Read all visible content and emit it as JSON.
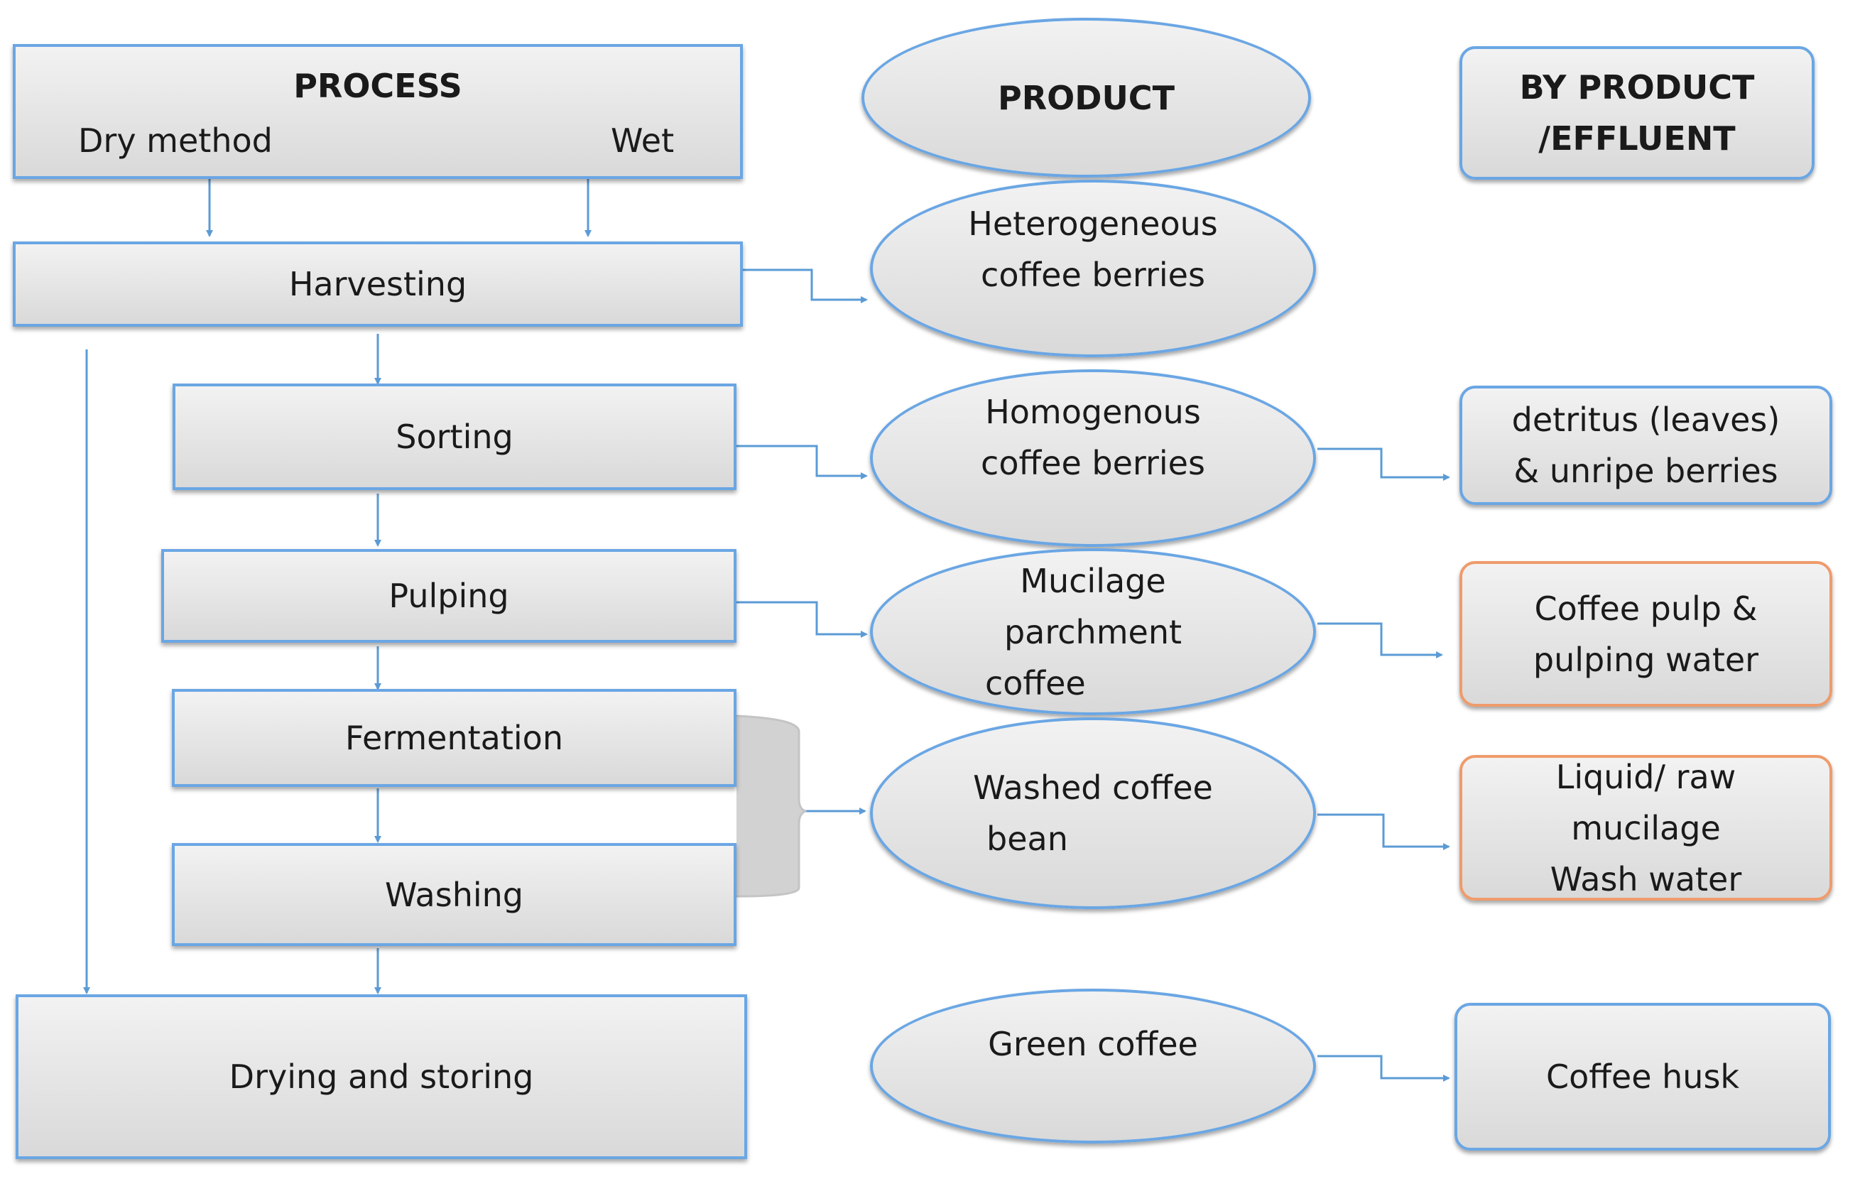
{
  "process": {
    "header": "PROCESS",
    "dry_label": "Dry method",
    "wet_label": "Wet",
    "steps": [
      "Harvesting",
      "Sorting",
      "Pulping",
      "Fermentation",
      "Washing",
      "Drying and storing"
    ]
  },
  "product": {
    "header": "PRODUCT",
    "items": [
      [
        "Heterogeneous",
        "coffee berries"
      ],
      [
        "Homogenous",
        "coffee berries"
      ],
      [
        "Mucilage",
        "parchment",
        "coffee"
      ],
      [
        "Washed coffee",
        "bean"
      ],
      [
        "Green coffee"
      ]
    ]
  },
  "byproduct": {
    "header_line1": "BY PRODUCT",
    "header_line2": "/EFFLUENT",
    "items": [
      [
        "detritus (leaves)",
        "& unripe berries"
      ],
      [
        "Coffee pulp &",
        "pulping water"
      ],
      [
        "Liquid/ raw",
        "mucilage",
        "Wash water"
      ],
      [
        "Coffee husk"
      ]
    ]
  },
  "colors": {
    "box_border": "#6aa6e4",
    "effluent_border": "#ef9b6b",
    "arrow": "#5b9bd5"
  }
}
